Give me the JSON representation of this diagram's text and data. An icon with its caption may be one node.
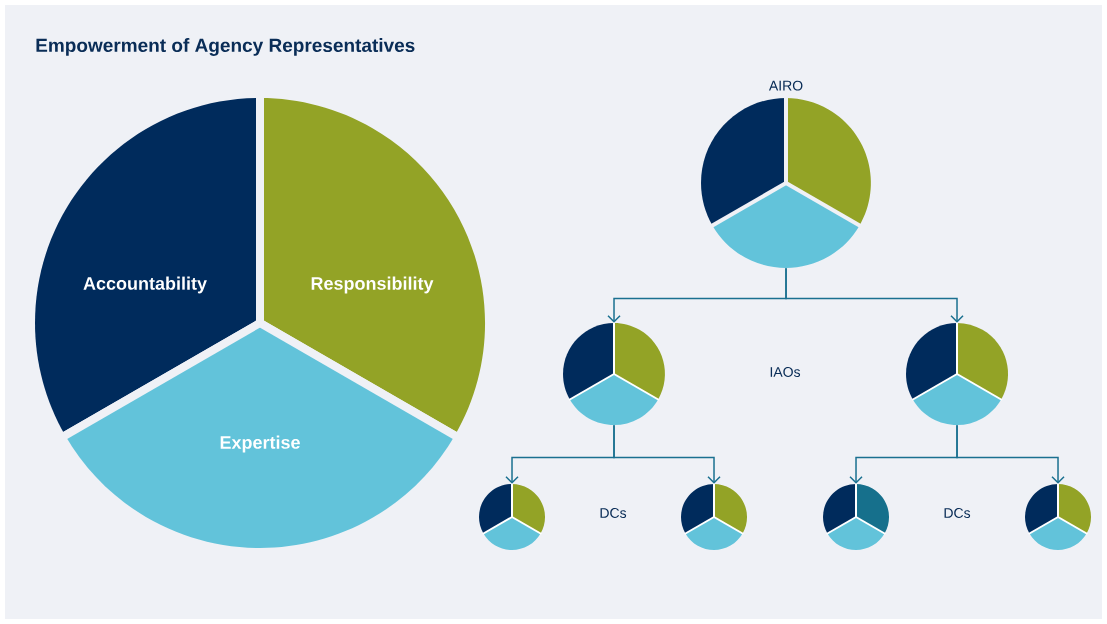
{
  "diagram": {
    "title": "Empowerment of Agency Representatives",
    "nodes": [
      {
        "text": [
          "Accountability"
        ]
      },
      {
        "text": [
          "Responsibility"
        ]
      },
      {
        "text": [
          "Expertise"
        ]
      },
      {
        "text": [
          "AIRO"
        ]
      },
      {
        "text": [],
        "shape": "circle"
      },
      {
        "text": [],
        "shape": "circle"
      },
      {
        "text": [],
        "shape": "circle"
      },
      {
        "text": [],
        "shape": "circle"
      },
      {
        "text": [],
        "shape": "circle"
      },
      {
        "text": [],
        "shape": "circle"
      }
    ],
    "edges": [
      {
        "from": 3,
        "to": 4,
        "arrow": "to"
      },
      {
        "from": 3,
        "to": 5,
        "arrow": "to"
      },
      {
        "from": 4,
        "to": 6,
        "arrow": "to"
      },
      {
        "from": 4,
        "to": 7,
        "arrow": "to"
      },
      {
        "from": 5,
        "to": 8,
        "arrow": "to"
      },
      {
        "from": 5,
        "to": 9,
        "arrow": "to"
      }
    ],
    "labels": [
      "IAOs",
      "DCs",
      "DCs"
    ]
  }
}
